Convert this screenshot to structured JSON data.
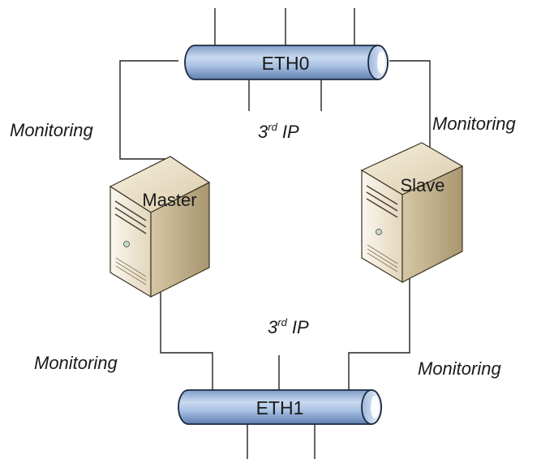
{
  "buses": {
    "eth0": {
      "label": "ETH0"
    },
    "eth1": {
      "label": "ETH1"
    }
  },
  "servers": {
    "master": {
      "label": "Master"
    },
    "slave": {
      "label": "Slave"
    }
  },
  "monitoring_links": {
    "master_eth0": "Monitoring",
    "slave_eth0": "Monitoring",
    "master_eth1": "Monitoring",
    "slave_eth1": "Monitoring"
  },
  "shared_ip": {
    "top": {
      "base": "3",
      "sup": "rd",
      "suffix": " IP"
    },
    "bottom": {
      "base": "3",
      "sup": "rd",
      "suffix": " IP"
    }
  },
  "colors": {
    "pipe_light": "#b9cde8",
    "pipe_dark": "#6e8fbf",
    "pipe_outline": "#1c2a40",
    "server_light": "#f1e8d4",
    "server_dark": "#b9aa87",
    "line": "#222222"
  }
}
